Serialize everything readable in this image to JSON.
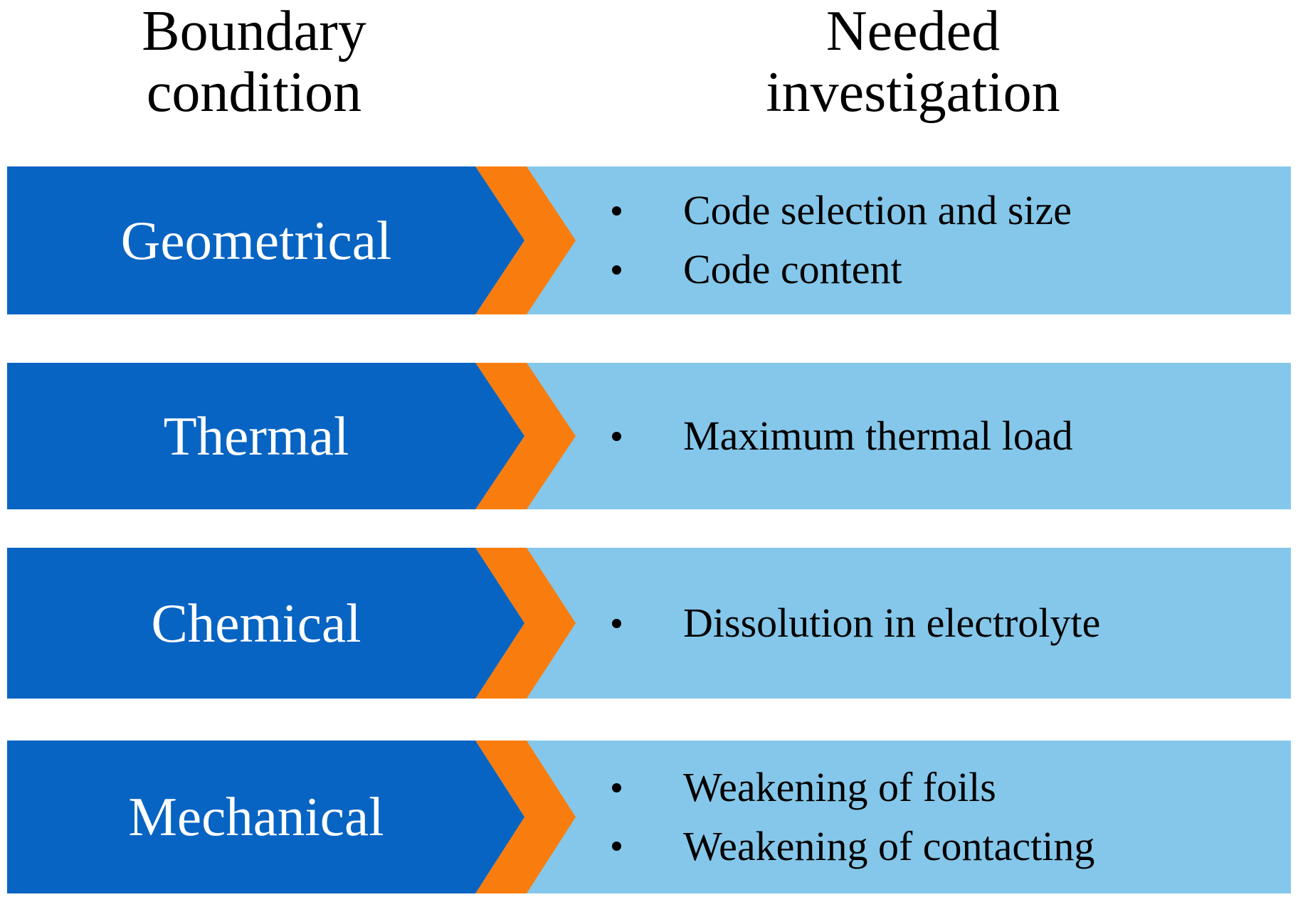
{
  "headers": {
    "left": "Boundary\ncondition",
    "right": "Needed\ninvestigation"
  },
  "rows": [
    {
      "label": "Geometrical",
      "items": [
        "Code selection and size",
        "Code content"
      ]
    },
    {
      "label": "Thermal",
      "items": [
        "Maximum thermal load"
      ]
    },
    {
      "label": "Chemical",
      "items": [
        "Dissolution in electrolyte"
      ]
    },
    {
      "label": "Mechanical",
      "items": [
        "Weakening of foils",
        "Weakening of contacting"
      ]
    }
  ],
  "colors": {
    "dark-blue": "#0864C3",
    "orange": "#F97D0E",
    "light-blue": "#85C7EA",
    "header-text": "#000000",
    "label-text": "#FFFFFF",
    "bullet-text": "#000000"
  }
}
